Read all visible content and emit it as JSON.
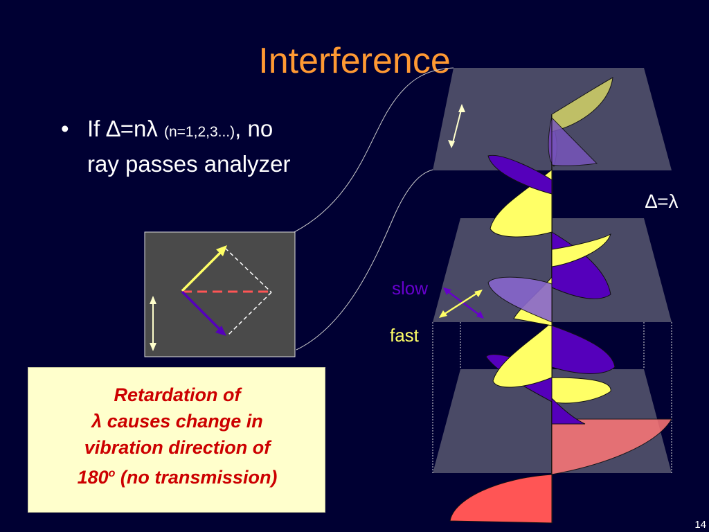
{
  "slide": {
    "title": "Interference",
    "page_number": "14"
  },
  "bullet": {
    "marker": "•",
    "condition": "If ∆=nλ ",
    "range": "(n=1,2,3...)",
    "suffix": ", no",
    "line2": "ray passes analyzer"
  },
  "callout": {
    "line1": "Retardation of",
    "line2": "λ causes change in",
    "line3": "vibration direction of",
    "line4_a": "180",
    "line4_deg": "o",
    "line4_b": " (no transmission)"
  },
  "diagram": {
    "retardation_label": "∆=λ",
    "slow_label": "slow",
    "fast_label": "fast"
  },
  "colors": {
    "background": "#000033",
    "title": "#ff9933",
    "callout_bg": "#ffffcc",
    "callout_text": "#cc0000",
    "plate": "#4a4a66",
    "yellow_wave": "#ffff66",
    "purple_wave": "#5500bb",
    "red_wave": "#ff5555",
    "slow_label": "#6600cc",
    "fast_label": "#ffff66"
  }
}
